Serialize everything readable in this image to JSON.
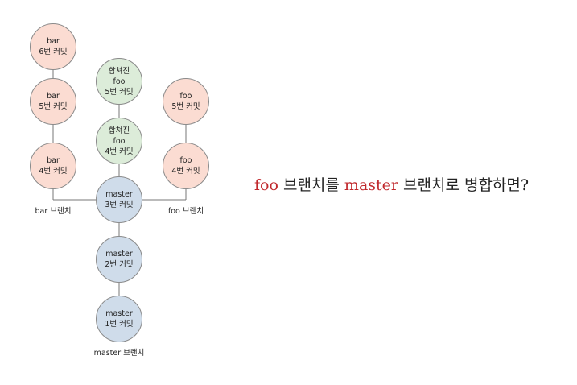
{
  "diagram": {
    "nodes": [
      {
        "id": "bar6",
        "lines": [
          "bar",
          "6번 커밋"
        ],
        "color": "red"
      },
      {
        "id": "bar5",
        "lines": [
          "bar",
          "5번 커밋"
        ],
        "color": "red"
      },
      {
        "id": "bar4",
        "lines": [
          "bar",
          "4번 커밋"
        ],
        "color": "red"
      },
      {
        "id": "merged5",
        "lines": [
          "합쳐진",
          "foo",
          "5번 커밋"
        ],
        "color": "green"
      },
      {
        "id": "merged4",
        "lines": [
          "합쳐진",
          "foo",
          "4번 커밋"
        ],
        "color": "green"
      },
      {
        "id": "foo5",
        "lines": [
          "foo",
          "5번 커밋"
        ],
        "color": "red"
      },
      {
        "id": "foo4",
        "lines": [
          "foo",
          "4번 커밋"
        ],
        "color": "red"
      },
      {
        "id": "master3",
        "lines": [
          "master",
          "3번 커밋"
        ],
        "color": "blue"
      },
      {
        "id": "master2",
        "lines": [
          "master",
          "2번 커밋"
        ],
        "color": "blue"
      },
      {
        "id": "master1",
        "lines": [
          "master",
          "1번 커밋"
        ],
        "color": "blue"
      }
    ],
    "branch_labels": {
      "bar": "bar 브랜치",
      "foo": "foo 브랜치",
      "master": "master 브랜치"
    },
    "colors": {
      "red_fill": "#fbdcd2",
      "green_fill": "#dcecd9",
      "blue_fill": "#cfdcea",
      "edge": "#777777",
      "highlight": "#c0282c"
    }
  },
  "caption": {
    "part1": "foo",
    "part2": " 브랜치를 ",
    "part3": "master",
    "part4": " 브랜치로 병합하면?"
  }
}
